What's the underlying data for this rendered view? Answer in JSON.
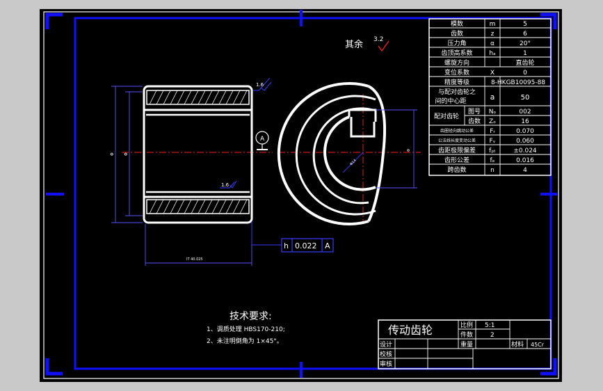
{
  "colors": {
    "viewport_bg": "#c9c9c9",
    "sheet_bg": "#000000",
    "lines": "#ffffff",
    "frame": "#1010ff",
    "dimension": "#3a3aff",
    "centerline": "#ff2020",
    "annotation": "#1a1aff"
  },
  "title_block": {
    "part_name": "传动齿轮",
    "scale_label": "比例",
    "scale_value": "5:1",
    "quantity_label": "件数",
    "quantity_value": "2",
    "weight_label": "重量",
    "material_label": "材料",
    "material_value": "45Cr",
    "designer_label": "设计",
    "checker_label": "校核",
    "reviewer_label": "审核"
  },
  "parameters": [
    {
      "name": "模数",
      "symbol": "m",
      "value": "5"
    },
    {
      "name": "齿数",
      "symbol": "z",
      "value": "6"
    },
    {
      "name": "压力角",
      "symbol": "α",
      "value": "20°"
    },
    {
      "name": "齿顶高系数",
      "symbol": "hₐ",
      "value": "1"
    },
    {
      "name": "螺旋方向",
      "symbol": "",
      "value": "直齿轮"
    },
    {
      "name": "变位系数",
      "symbol": "X",
      "value": "0"
    },
    {
      "name": "精度等级",
      "symbol": "",
      "value": "8-HKGB10095-88"
    }
  ],
  "center_distance": {
    "name_line1": "与配对齿轮之",
    "name_line2": "间的中心距",
    "symbol": "a",
    "value": "50"
  },
  "mating_gear": {
    "label": "配对齿轮",
    "row1": {
      "name": "图号",
      "symbol": "Nₒ",
      "value": "002"
    },
    "row2": {
      "name": "齿数",
      "symbol": "Zₒ",
      "value": "16"
    }
  },
  "tolerances": [
    {
      "name": "齿圈径向跳动公差",
      "symbol": "Fᵣ",
      "value": "0.070"
    },
    {
      "name": "公法线长度变动公差",
      "symbol": "Fᵥ",
      "value": "0.060"
    },
    {
      "name": "齿距极限偏差",
      "symbol": "fₚₜ",
      "value": "±0.024"
    },
    {
      "name": "齿形公差",
      "symbol": "fₑ",
      "value": "0.016"
    },
    {
      "name": "跨齿数",
      "symbol": "n",
      "value": "4"
    }
  ],
  "roughness": {
    "remaining_label": "其余",
    "remaining_value": "3.2",
    "top_value": "1.6",
    "bottom_value": "1.6"
  },
  "datum": {
    "label": "A"
  },
  "geometric_tolerance": {
    "symbol": "h",
    "value": "0.022",
    "datum": "A"
  },
  "dimensions": {
    "bottom": "IT 40.025",
    "left_outer": "Φ",
    "left_inner": "Φ",
    "right": "Φ",
    "bore": "Φ14"
  },
  "requirements": {
    "title": "技术要求:",
    "item1": "1、调质处理 HBS170-210;",
    "item2": "2、未注明倒角为 1×45°。"
  }
}
